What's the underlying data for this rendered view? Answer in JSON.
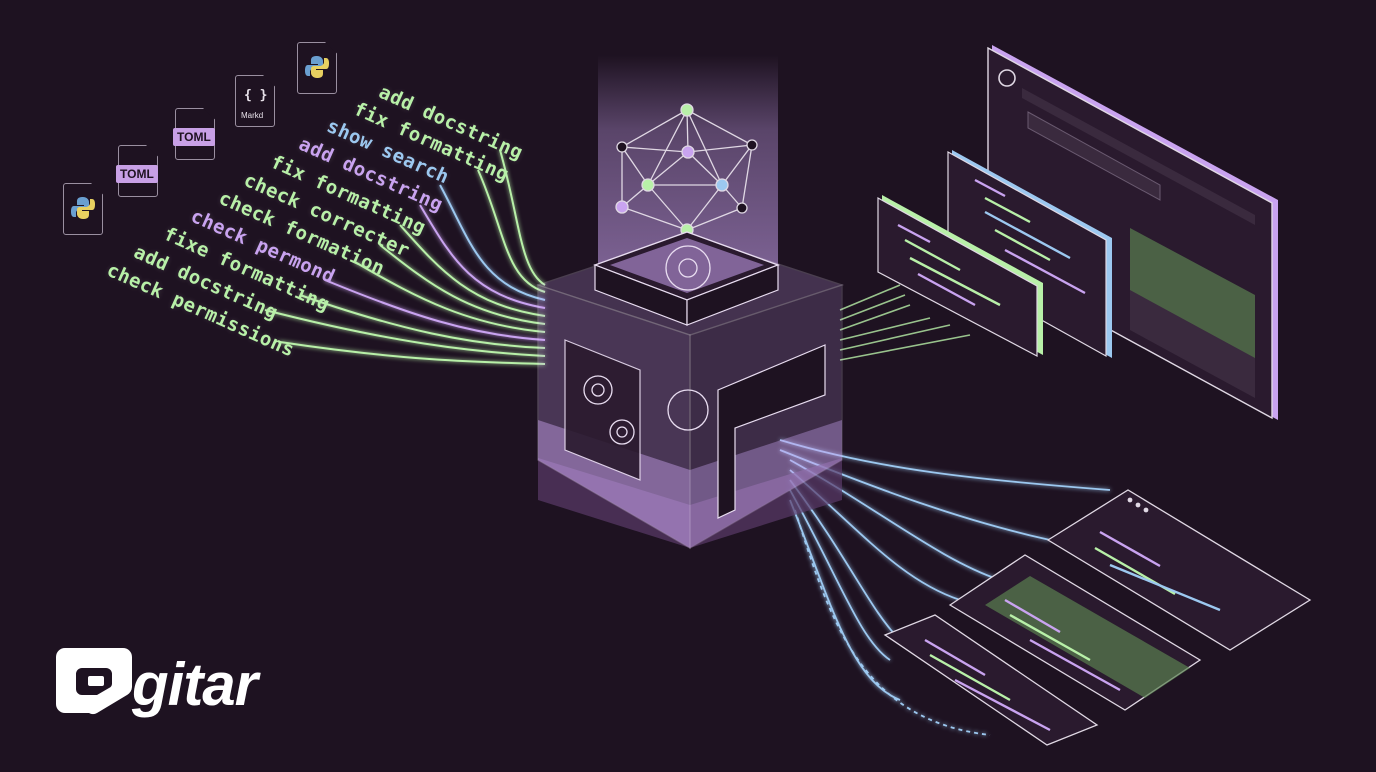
{
  "brand": {
    "name": "gitar"
  },
  "commands": [
    {
      "text": "add docstring",
      "color": "#b8f0a8"
    },
    {
      "text": "fix formatting",
      "color": "#b8f0a8"
    },
    {
      "text": "show search",
      "color": "#9cc8f0"
    },
    {
      "text": "add docstring",
      "color": "#c9a3f0"
    },
    {
      "text": "fix formatting",
      "color": "#b8f0a8"
    },
    {
      "text": "check correcter",
      "color": "#b8f0a8"
    },
    {
      "text": "check formation",
      "color": "#b8f0a8"
    },
    {
      "text": "check permond",
      "color": "#c9a3f0"
    },
    {
      "text": "fixe formatting",
      "color": "#b8f0a8"
    },
    {
      "text": "add docstring",
      "color": "#b8f0a8"
    },
    {
      "text": "check permissions",
      "color": "#b8f0a8"
    }
  ],
  "files": [
    {
      "kind": "python",
      "label": ""
    },
    {
      "kind": "markdown",
      "label": "Markd",
      "glyph": "{ }"
    },
    {
      "kind": "toml",
      "label": "TOML"
    },
    {
      "kind": "toml",
      "label": "TOML"
    },
    {
      "kind": "python",
      "label": ""
    }
  ],
  "palette": {
    "background": "#1e1221",
    "purple": "#c9a3f0",
    "green": "#b8f0a8",
    "blue": "#9cc8f0"
  }
}
